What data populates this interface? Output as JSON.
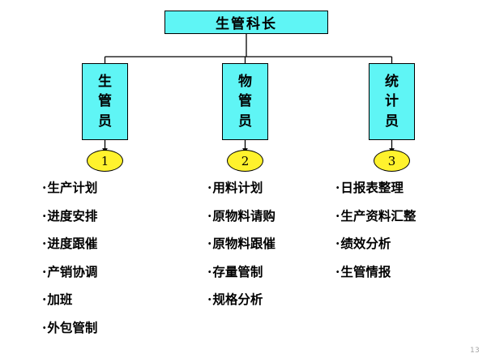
{
  "slide": {
    "page_number": "13",
    "colors": {
      "box_fill": "#5FF5F5",
      "ellipse_fill": "#FFF22D",
      "line": "#000000",
      "text": "#000000",
      "page_number": "#A6A6A6"
    }
  },
  "org_chart": {
    "type": "hierarchy",
    "root": {
      "label": "生管科长"
    },
    "children": [
      {
        "label": "生管员",
        "chars": [
          "生",
          "管",
          "员"
        ],
        "marker": "1"
      },
      {
        "label": "物管员",
        "chars": [
          "物",
          "管",
          "员"
        ],
        "marker": "2"
      },
      {
        "label": "统计员",
        "chars": [
          "统",
          "计",
          "员"
        ],
        "marker": "3"
      }
    ]
  },
  "duty_columns": [
    {
      "owner": "生管员",
      "marker": "1",
      "bullet": "·",
      "items": [
        "生产计划",
        "进度安排",
        "进度跟催",
        "产销协调",
        "加班",
        "外包管制"
      ]
    },
    {
      "owner": "物管员",
      "marker": "2",
      "bullet": "·",
      "items": [
        "用料计划",
        "原物料请购",
        "原物料跟催",
        "存量管制",
        "规格分析"
      ]
    },
    {
      "owner": "统计员",
      "marker": "3",
      "bullet": "·",
      "items": [
        "日报表整理",
        "生产资料汇整",
        "绩效分析",
        "生管情报"
      ]
    }
  ]
}
